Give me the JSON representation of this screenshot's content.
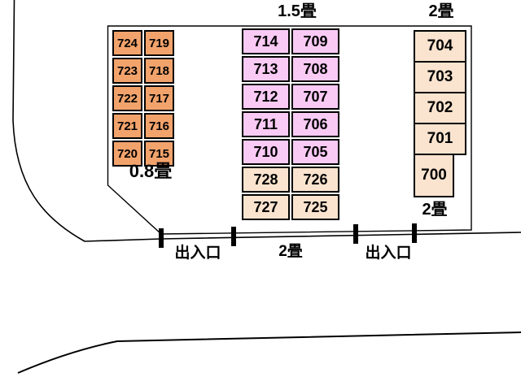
{
  "plan": {
    "fence": {
      "gate_left": "出入口",
      "middle_size": "2畳",
      "gate_right": "出入口"
    },
    "groups": {
      "left": {
        "size_label": "0.8畳",
        "color": "#F2A36C",
        "rows": [
          [
            "724",
            "719"
          ],
          [
            "723",
            "718"
          ],
          [
            "722",
            "717"
          ],
          [
            "721",
            "716"
          ],
          [
            "720",
            "715"
          ]
        ]
      },
      "middle": {
        "size_label_top": "1.5畳",
        "pink_color": "#F9CAF4",
        "beige_color": "#FAE4CF",
        "pink_rows": [
          [
            "714",
            "709"
          ],
          [
            "713",
            "708"
          ],
          [
            "712",
            "707"
          ],
          [
            "711",
            "706"
          ],
          [
            "710",
            "705"
          ]
        ],
        "beige_rows": [
          [
            "728",
            "726"
          ],
          [
            "727",
            "725"
          ]
        ]
      },
      "right": {
        "size_label_top": "2畳",
        "size_label_bottom": "2畳",
        "color": "#FAE4CF",
        "cells": [
          "704",
          "703",
          "702",
          "701",
          "700"
        ]
      }
    },
    "line_color": "#000000",
    "background_color": "#FFFFFF"
  }
}
